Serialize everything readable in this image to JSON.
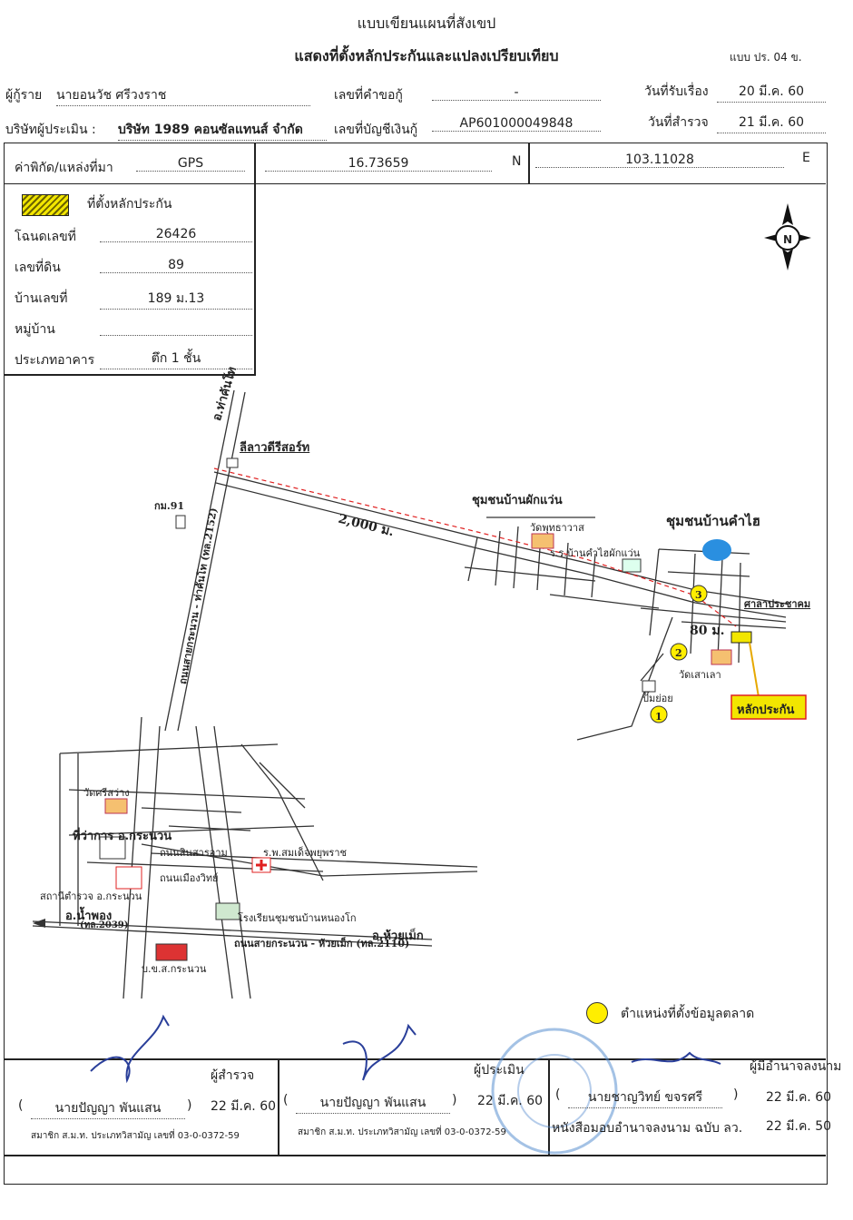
{
  "header": {
    "title1": "แบบเขียนแผนที่สังเขป",
    "title2": "แสดงที่ตั้งหลักประกันและแปลงเปรียบเทียบ",
    "form_code": "แบบ ปร. 04 ข."
  },
  "info": {
    "borrower_label": "ผู้กู้ราย",
    "borrower_value": "นายอนวัช  ศรีวงราช",
    "request_no_label": "เลขที่คำขอกู้",
    "request_no_value": "-",
    "received_date_label": "วันที่รับเรื่อง",
    "received_date_value": "20 มี.ค. 60",
    "company_label": "บริษัทผู้ประเมิน :",
    "company_value": "บริษัท 1989 คอนซัลแทนส์ จำกัด",
    "account_label": "เลขที่บัญชีเงินกู้",
    "account_value": "AP601000049848",
    "survey_date_label": "วันที่สำรวจ",
    "survey_date_value": "21 มี.ค. 60"
  },
  "coords": {
    "label": "ค่าพิกัด/แหล่งที่มา",
    "source": "GPS",
    "lat": "16.73659",
    "lat_dir": "N",
    "lon": "103.11028",
    "lon_dir": "E"
  },
  "legend_box": {
    "collateral_label": "ที่ตั้งหลักประกัน",
    "deed_label": "โฉนดเลขที่",
    "deed_value": "26426",
    "land_no_label": "เลขที่ดิน",
    "land_no_value": "89",
    "house_no_label": "บ้านเลขที่",
    "house_no_value": "189 ม.13",
    "village_label": "หมู่บ้าน",
    "village_value": "",
    "building_type_label": "ประเภทอาคาร",
    "building_type_value": "ตึก 1 ชั้น"
  },
  "compass": {
    "letter": "N"
  },
  "map": {
    "road_tha_khan_tho": "อ.ท่าคันโท",
    "resort": "ลีลาวดีรีสอร์ท",
    "km91": "กม.91",
    "highway_2152": "ถนนสายกระนวน - ท่าคันโท (ทล.2152)",
    "distance_2000": "2,000 ม.",
    "community_phak_waen": "ชุมชนบ้านผักแว่น",
    "community_kham_hai": "ชุมชนบ้านคำไฮ",
    "wat_phutthawat": "วัดพุทธาวาส",
    "school_kham_hai": "ร.ร.บ้านคำไฮผักแว่น",
    "sala": "ศาลาประชาคม",
    "distance_80": "80 ม.",
    "wat_lao": "วัดเสาเลา",
    "gas_station": "ปั๊มย่อย",
    "collateral_tag": "หลักประกัน",
    "wat_si_sawang": "วัดศรีสว่าง",
    "district_office": "ที่ว่าการ อ.กระนวน",
    "hospital": "ร.พ.สมเด็จพยุพราช",
    "road_sin": "ถนนสินสารอาม",
    "road_mueang": "ถนนเมืองวิทย์",
    "police": "สถานีตำรวจ อ.กระนวน",
    "nam_phong": "อ.น้ำพอง",
    "road_2039": "(ทล.2039)",
    "school_nong_ko": "โรงเรียนชุมชนบ้านหนองโก",
    "huai_mek": "อ.ห้วยเม็ก",
    "highway_2110": "ถนนสายกระนวน - ห้วยเม็ก (ทล.2110)",
    "bus_station": "บ.ข.ส.กระนวน",
    "marker_1": "1",
    "marker_2": "2",
    "marker_3": "3",
    "market_legend": "ตำแหน่งที่ตั้งข้อมูลตลาด"
  },
  "signatures": {
    "surveyor_role": "ผู้สำรวจ",
    "surveyor_name": "นายปัญญา  พันแสน",
    "surveyor_date": "22 มี.ค. 60",
    "surveyor_member": "สมาชิก ส.ม.ท. ประเภทวิสามัญ เลขที่ 03-0-0372-59",
    "appraiser_role": "ผู้ประเมิน",
    "appraiser_name": "นายปัญญา  พันแสน",
    "appraiser_date": "22 มี.ค. 60",
    "appraiser_member": "สมาชิก ส.ม.ท. ประเภทวิสามัญ เลขที่ 03-0-0372-59",
    "signer_role": "ผู้มีอำนาจลงนาม",
    "signer_name": "นายชาญวิทย์  ขจรศรี",
    "signer_date": "22 มี.ค. 60",
    "authority_doc": "หนังสือมอบอำนาจลงนาม ฉบับ ลว.",
    "authority_date": "22 มี.ค. 50"
  },
  "colors": {
    "collateral_yellow": "#f2e600",
    "marker_yellow": "#ffee00",
    "route_red": "#e02020",
    "pond_blue": "#2a8fe0",
    "stamp_blue": "#5a8fd0",
    "signature_blue": "#2a3f9a"
  }
}
